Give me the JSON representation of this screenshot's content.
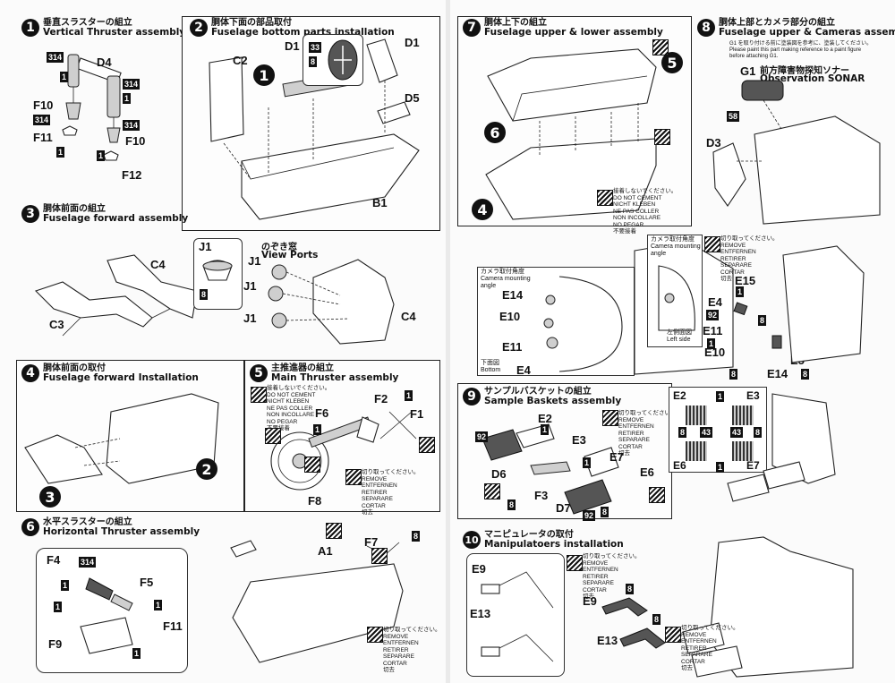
{
  "steps": {
    "s1": {
      "num": "1",
      "jp": "垂直スラスターの組立",
      "en": "Vertical Thruster assembly"
    },
    "s2": {
      "num": "2",
      "jp": "胴体下面の部品取付",
      "en": "Fuselage bottom parts installation"
    },
    "s3": {
      "num": "3",
      "jp": "胴体前面の組立",
      "en": "Fuselage forward assembly"
    },
    "s4": {
      "num": "4",
      "jp": "胴体前面の取付",
      "en": "Fuselage forward Installation"
    },
    "s5": {
      "num": "5",
      "jp": "主推進器の組立",
      "en": "Main Thruster assembly"
    },
    "s6": {
      "num": "6",
      "jp": "水平スラスターの組立",
      "en": "Horizontal Thruster assembly"
    },
    "s7": {
      "num": "7",
      "jp": "胴体上下の組立",
      "en": "Fuselage upper & lower assembly"
    },
    "s8": {
      "num": "8",
      "jp": "胴体上部とカメラ部分の組立",
      "en": "Fuselage upper & Cameras assembly"
    },
    "s9": {
      "num": "9",
      "jp": "サンプルバスケットの組立",
      "en": "Sample Baskets assembly"
    },
    "s10": {
      "num": "10",
      "jp": "マニピュレータの取付",
      "en": "Manipulatoers installation"
    }
  },
  "labels": {
    "d4": "D4",
    "f10": "F10",
    "f11": "F11",
    "f12": "F12",
    "c2": "C2",
    "d1": "D1",
    "d5": "D5",
    "b1": "B1",
    "c4": "C4",
    "c3": "C3",
    "j1": "J1",
    "viewports_jp": "のぞき窓",
    "viewports_en": "View Ports",
    "f2": "F2",
    "f1": "F1",
    "f6": "F6",
    "f8": "F8",
    "f4": "F4",
    "f5": "F5",
    "f9": "F9",
    "a1": "A1",
    "f7": "F7",
    "g1": "G1",
    "d3": "D3",
    "sonar_jp": "前方障害物探知ソナー",
    "sonar_en": "Observation SONAR",
    "g1_note_jp": "G1 を取り付ける前に塗装図を参考に、塗装してください。",
    "g1_note_en1": "Please paint this part making reference to a paint figure",
    "g1_note_en2": "before attaching G1.",
    "e14": "E14",
    "e10": "E10",
    "e11": "E11",
    "e4": "E4",
    "e15": "E15",
    "e5": "E5",
    "e2": "E2",
    "e3": "E3",
    "d6": "D6",
    "f3": "F3",
    "d7": "D7",
    "e7": "E7",
    "e6": "E6",
    "e9": "E9",
    "e13": "E13"
  },
  "codes": {
    "c314": "314",
    "c1": "1",
    "c8": "8",
    "c33": "33",
    "c92": "92",
    "c58": "58",
    "c43": "43"
  },
  "cam_left": {
    "title_jp": "カメラ取付角度",
    "title_en1": "Camera mounting",
    "title_en2": "angle",
    "bottom_jp": "下面図",
    "bottom_en": "Bottom"
  },
  "cam_right": {
    "title_jp": "カメラ取付角度",
    "title_en1": "Camera mounting",
    "title_en2": "angle",
    "side_jp": "左側面図",
    "side_en": "Left side"
  },
  "no_cement": {
    "l1": "接着しないでください。",
    "l2": "DO NOT CEMENT",
    "l3": "NICHT KLEBEN",
    "l4": "NE PAS COLLER",
    "l5": "NON INCOLLARE",
    "l6": "NO PEGAR",
    "l7": "不要接着"
  },
  "remove": {
    "l1": "切り取ってください。",
    "l2": "REMOVE",
    "l3": "ENTFERNEN",
    "l4": "RETIRER",
    "l5": "SEPARARE",
    "l6": "CORTAR",
    "l7": "切去"
  },
  "remove_alt": {
    "l1": "切り取ってください。",
    "l2": "REMOVE",
    "l3": "ENTFERNEN",
    "l4": "RETIRER",
    "l5": "SEPARARE",
    "l6": "CORTAR",
    "l7": "切去"
  }
}
